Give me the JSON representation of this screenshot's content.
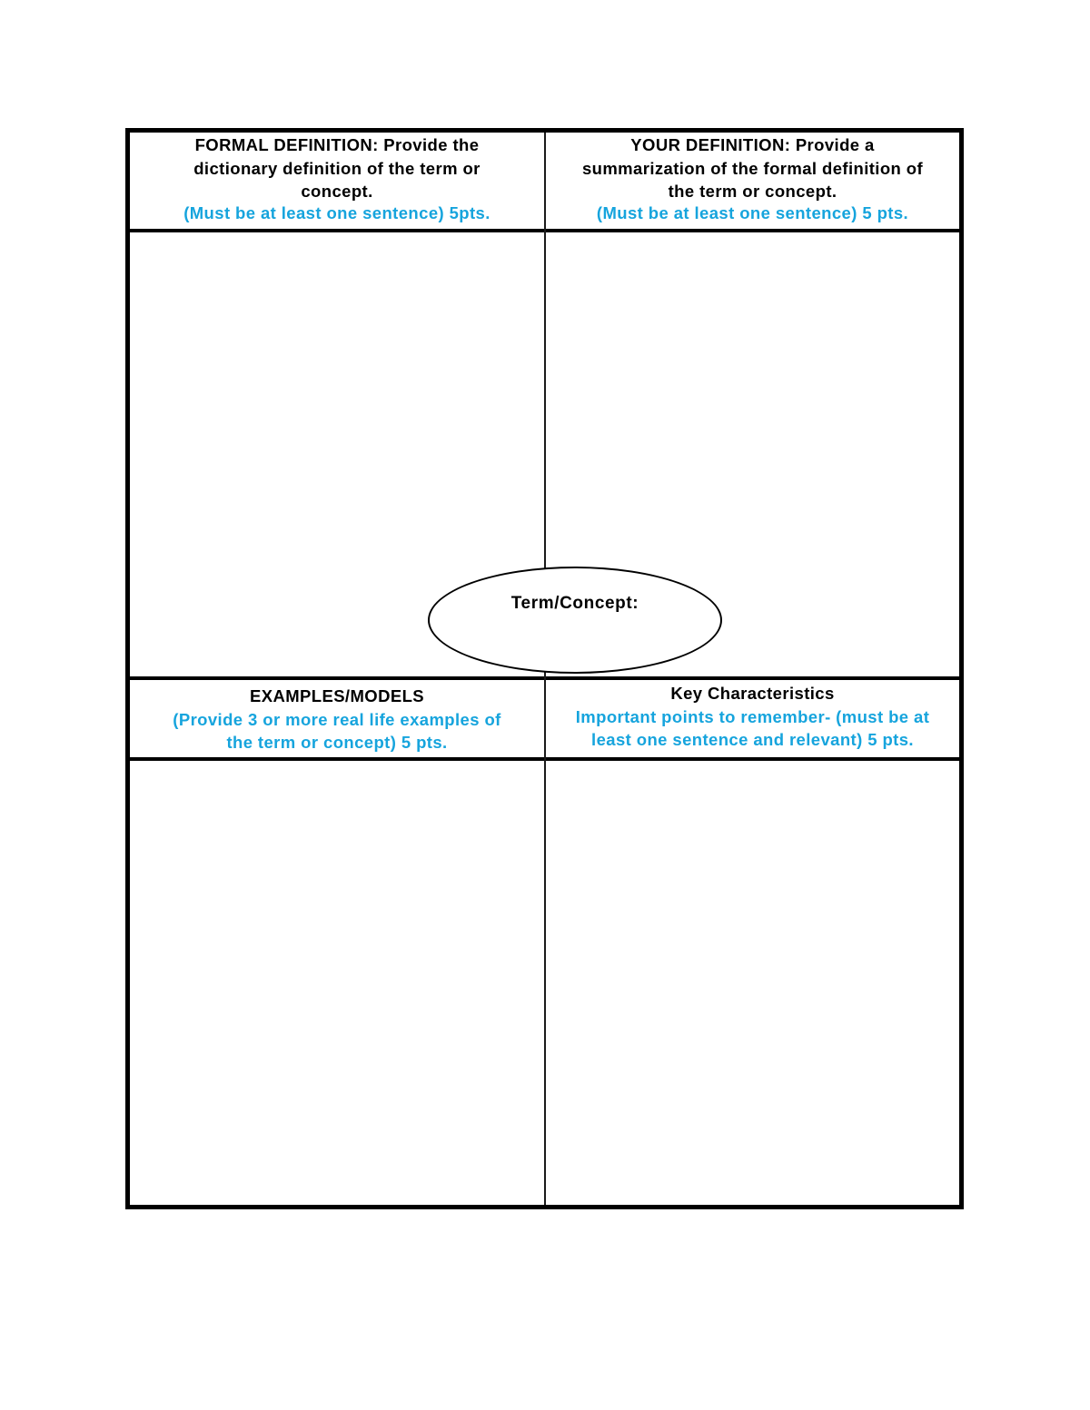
{
  "document": {
    "type": "Frayer model worksheet",
    "colors": {
      "border": "#000000",
      "instruction_note": "#16a4dd",
      "header_text": "#000000"
    },
    "quadrants": {
      "top_left": {
        "title_lines": [
          "FORMAL DEFINITION: Provide the",
          "dictionary definition of the term or",
          "concept."
        ],
        "note": "(Must be at least one sentence) 5pts.",
        "body_value": ""
      },
      "top_right": {
        "title_lines": [
          "YOUR DEFINITION: Provide a",
          "summarization of the formal definition of",
          "the term or concept."
        ],
        "note": "(Must be at least one sentence) 5 pts.",
        "body_value": ""
      },
      "bottom_left": {
        "title_lines": [
          "EXAMPLES/MODELS"
        ],
        "note_lines": [
          "(Provide 3 or more real life examples of",
          "the term or concept) 5 pts."
        ],
        "body_value": ""
      },
      "bottom_right": {
        "title_lines": [
          "Key Characteristics"
        ],
        "note_lines": [
          "Important points to remember- (must be at",
          "least one sentence and relevant) 5 pts."
        ],
        "body_value": ""
      }
    },
    "center": {
      "label": "Term/Concept:",
      "value": ""
    }
  }
}
